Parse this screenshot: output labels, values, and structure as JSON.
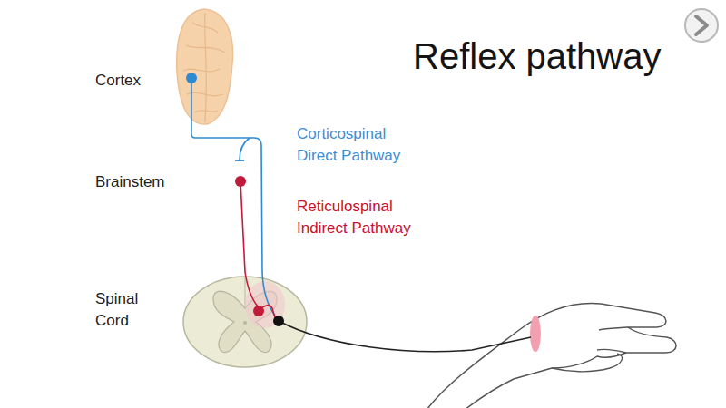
{
  "diagram": {
    "title": "Reflex pathway",
    "labels": [
      "Cortex",
      "Corticospinal Direct Pathway",
      "Brainstem",
      "Reticulospinal Indirect Pathway",
      "Spinal Cord"
    ]
  }
}
